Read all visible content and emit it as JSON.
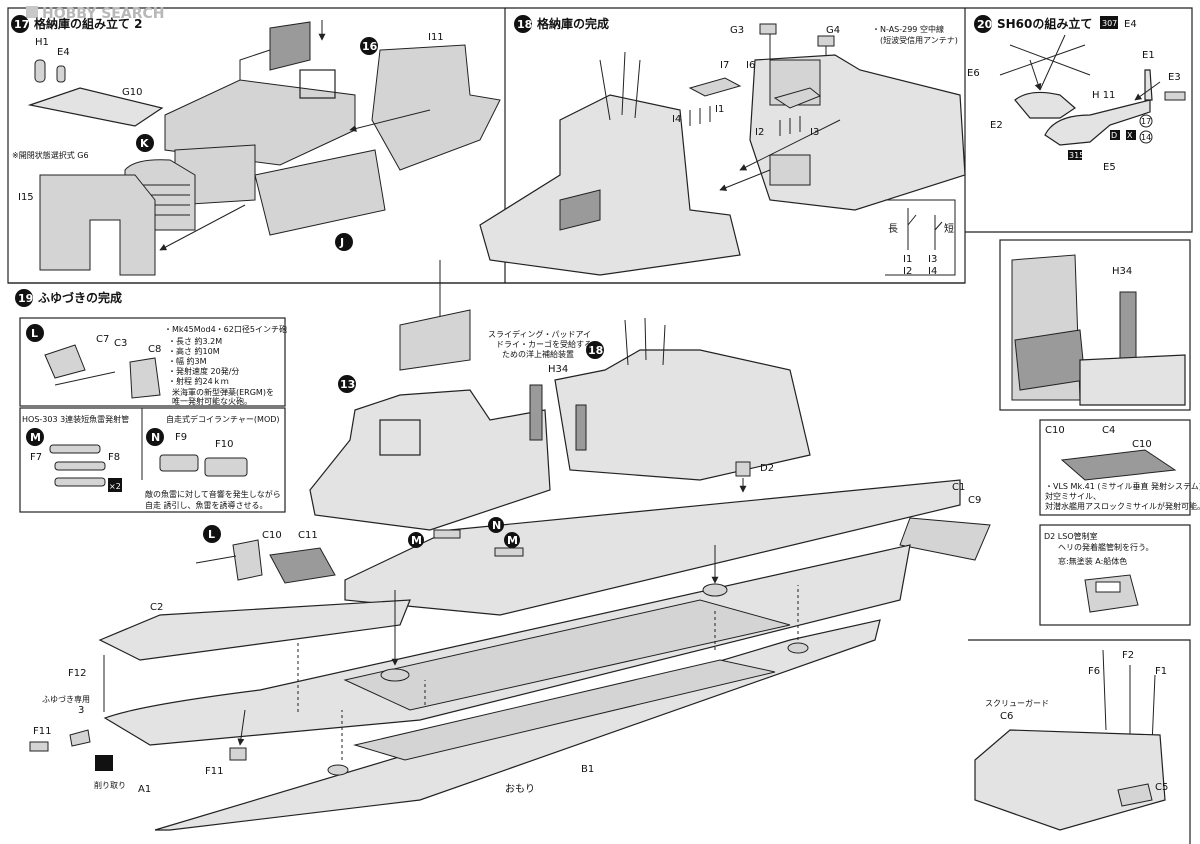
{
  "watermark": "HOBBY SEARCH",
  "step17": {
    "number": "17",
    "title": "格納庫の組み立て 2",
    "callout_number": "16",
    "sub_k": "K",
    "sub_j": "J",
    "option_note": "※開閉状態選択式 G6",
    "parts": {
      "h1": "H1",
      "e4": "E4",
      "g10": "G10",
      "i11": "I11",
      "i15": "I15"
    }
  },
  "step18": {
    "number": "18",
    "title": "格納庫の完成",
    "antenna_note_1": "・N-AS-299 空中線",
    "antenna_note_2": "(短波受信用アンテナ)",
    "parts": {
      "g3": "G3",
      "g4": "G4",
      "i7": "I7",
      "i6": "I6",
      "i1": "I1",
      "i4": "I4",
      "i2": "I2",
      "i3": "I3"
    },
    "legend": {
      "long": "長",
      "short": "短",
      "l1": "I1",
      "l2": "I2",
      "l3": "I3",
      "l4": "I4"
    }
  },
  "step20": {
    "number": "20",
    "title": "SH60の組み立て",
    "box_code": "307",
    "parts": {
      "e4": "E4",
      "e1": "E1",
      "e6": "E6",
      "e3": "E3",
      "e2": "E2",
      "e5": "E5",
      "h11": "H 11",
      "n17": "17",
      "n14": "14",
      "d": "D",
      "x": "X",
      "code315": "315"
    }
  },
  "step19": {
    "number": "19",
    "title": "ふゆづきの完成",
    "callout_13": "13",
    "callout_18": "18",
    "sliding_note": [
      "スライディング・パッドアイ",
      "ドライ・カーゴを受給する",
      "ための洋上補給装置"
    ],
    "parts": {
      "h34": "H34",
      "d2": "D2",
      "c1": "C1",
      "c9": "C9",
      "c10": "C10",
      "c11": "C11",
      "c2": "C2",
      "f12": "F12",
      "fuyuzuki_only": "ふゆづき専用",
      "n3": "3",
      "f11a": "F11",
      "f11b": "F11",
      "a1": "A1",
      "b1": "B1",
      "omori": "おもり",
      "cut_note": "削り取り",
      "m": "M",
      "n": "N",
      "l": "L"
    }
  },
  "panel_L": {
    "badge": "L",
    "parts": {
      "c7": "C7",
      "c3": "C3",
      "c8": "C8"
    },
    "spec_title": "・Mk45Mod4・62口径5インチ砲",
    "specs": [
      "・長さ  約3.2M",
      "・高さ  約10M",
      "・幅    約3M",
      "・発射速度  20発/分",
      "・射程  約24ｋｍ"
    ],
    "note": [
      "米海軍の新型弾薬(ERGM)を",
      "唯一発射可能な火砲。"
    ]
  },
  "panel_M": {
    "badge": "M",
    "title": "HOS-303 3連装短魚雷発射管",
    "parts": {
      "f7": "F7",
      "f8": "F8",
      "x2": "×2"
    }
  },
  "panel_N": {
    "badge": "N",
    "title": "自走式デコイランチャー(MOD)",
    "parts": {
      "f9": "F9",
      "f10": "F10"
    },
    "note": [
      "敵の魚雷に対して音響を発生しながら",
      "自走 誘引し、魚雷を誘導させる。"
    ]
  },
  "panel_H34": {
    "label": "H34"
  },
  "panel_VLS": {
    "labels": {
      "c10a": "C10",
      "c4": "C4",
      "c10b": "C10"
    },
    "note": [
      "・VLS Mk.41 (ミサイル垂直 発射システム)",
      "対空ミサイル、",
      "対潜水艦用アスロックミサイルが発射可能。"
    ]
  },
  "panel_D2": {
    "title": "D2 LSO管制室",
    "subtitle": "ヘリの発着艦管制を行う。",
    "paint": "窓:無塗装  A:船体色"
  },
  "panel_stern": {
    "labels": {
      "f6": "F6",
      "f2": "F2",
      "f1": "F1",
      "guard": "スクリューガード",
      "c6": "C6",
      "c5": "C5"
    }
  }
}
